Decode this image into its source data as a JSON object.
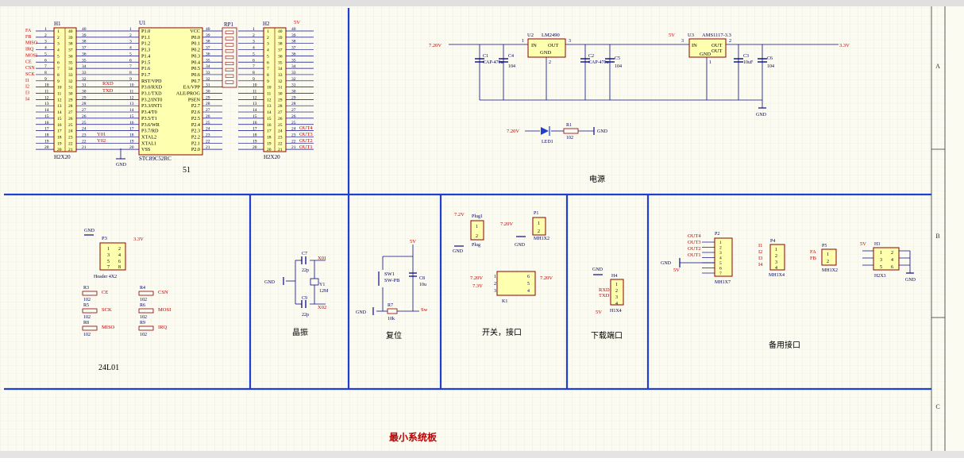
{
  "colors": {
    "paper": "#fbfbf2",
    "grid": "#e6e6d6",
    "wire": "#0a0a8a",
    "block": "#1f3fd0",
    "part": "#8b0000",
    "comp_fill": "#ffffb0",
    "net_red": "#c00000",
    "label_dark": "#000060"
  },
  "border": {
    "rows": [
      "A",
      "B",
      "C"
    ]
  },
  "sections": {
    "power": "电源",
    "crystal": "晶振",
    "reset": "复位",
    "switch_iface": "开关，接口",
    "download": "下载端口",
    "spare": "备用接口",
    "board_title": "最小系统板",
    "nrf_title": "24L01",
    "mcu_title": "51"
  },
  "mcu": {
    "ref": "U1",
    "part": "STC89C52RC",
    "left_pins": [
      "P1.0",
      "P1.1",
      "P1.2",
      "P1.3",
      "P1.4",
      "P1.5",
      "P1.6",
      "P1.7",
      "RST/VPD",
      "P3.0/RXD",
      "P3.1/TXD",
      "P3.2/INT0",
      "P3.3/INT1",
      "P3.4/T0",
      "P3.5/T1",
      "P3.6/WR",
      "P3.7/RD",
      "XTAL2",
      "XTAL1",
      "VSS"
    ],
    "left_nums": [
      "1",
      "2",
      "3",
      "4",
      "5",
      "6",
      "7",
      "8",
      "9",
      "10",
      "11",
      "12",
      "13",
      "14",
      "15",
      "16",
      "17",
      "18",
      "19",
      "20"
    ],
    "right_pins": [
      "VCC",
      "P0.0",
      "P0.1",
      "P0.2",
      "P0.3",
      "P0.4",
      "P0.5",
      "P0.6",
      "P0.7",
      "EA/VPP",
      "ALE/PROG",
      "PSEN",
      "P2.7",
      "P2.6",
      "P2.5",
      "P2.4",
      "P2.3",
      "P2.2",
      "P2.1",
      "P2.0"
    ],
    "right_nums": [
      "40",
      "39",
      "38",
      "37",
      "36",
      "35",
      "34",
      "33",
      "32",
      "31",
      "30",
      "29",
      "28",
      "27",
      "26",
      "25",
      "24",
      "23",
      "22",
      "21"
    ],
    "gnd": "GND"
  },
  "h1": {
    "ref": "H1",
    "part": "H2X20",
    "nets": [
      "FA",
      "FB",
      "MISO",
      "IRQ",
      "MOSI",
      "CE",
      "CSN",
      "SCK",
      "I1",
      "I2",
      "I3",
      "I4",
      "",
      "",
      "",
      "",
      "",
      "",
      "",
      ""
    ],
    "ext": [
      "40",
      "39",
      "38",
      "37",
      "36",
      "35",
      "34",
      "33",
      "32",
      "31",
      "30",
      "29",
      "28",
      "27",
      "26",
      "25",
      "24",
      "23",
      "22",
      "21"
    ],
    "net_rxd": "RXD",
    "net_txd": "TXD",
    "net_y01": "Y01",
    "net_y02": "Y02"
  },
  "h2": {
    "ref": "H2",
    "part": "H2X20",
    "vcc": "5V",
    "outs": [
      "OUT4",
      "OUT3",
      "OUT2",
      "OUT1"
    ]
  },
  "rp1": {
    "ref": "RP1"
  },
  "power": {
    "vin": "7.20V",
    "u2_ref": "U2",
    "u2_part": "LM2490",
    "u3_ref": "U3",
    "u3_part": "AMS1117-3.3",
    "pin_in": "IN",
    "pin_out": "OUT",
    "pin_gnd": "GND",
    "vmid": "5V",
    "vout": "3.3V",
    "c1": "C1",
    "c1_val": "CAP-470u",
    "c4": "C4",
    "c4_val": "104",
    "c2": "C2",
    "c2_val": "CAP-470u",
    "c5": "C5",
    "c5_val": "104",
    "c3": "C3",
    "c3_val": "10uF",
    "c6": "C6",
    "c6_val": "104",
    "gnd": "GND",
    "led_ref": "LED1",
    "r1_ref": "R1",
    "r1_val": "102",
    "led_v": "7.20V",
    "pins": [
      "1",
      "3",
      "2",
      "3",
      "1",
      "2"
    ]
  },
  "nrf": {
    "p3_ref": "P3",
    "p3_part": "Header 4X2",
    "gnd": "GND",
    "v33": "3.3V",
    "resistors": [
      {
        "ref": "R3",
        "val": "102",
        "net": "CE"
      },
      {
        "ref": "R4",
        "val": "102",
        "net": "CSN"
      },
      {
        "ref": "R5",
        "val": "102",
        "net": "SCK"
      },
      {
        "ref": "R6",
        "val": "102",
        "net": "MOSI"
      },
      {
        "ref": "R8",
        "val": "102",
        "net": "MISO"
      },
      {
        "ref": "R9",
        "val": "102",
        "net": "IRQ"
      }
    ]
  },
  "crystal": {
    "c7": "C7",
    "c7_val": "22p",
    "c9": "C9",
    "c9_val": "22p",
    "y1": "Y1",
    "y1_val": "12M",
    "x1": "X01",
    "x2": "X02",
    "gnd": "GND"
  },
  "reset": {
    "vcc": "5V",
    "sw": "SW1",
    "sw_part": "SW-PB",
    "c8": "C8",
    "c8_val": "10u",
    "r7": "R7",
    "r7_val": "10k",
    "rst": "Sw",
    "gnd": "GND"
  },
  "switch_iface": {
    "plug_v": "7.2V",
    "plug_ref": "Plug1",
    "plug_part": "Plug",
    "gnd": "GND",
    "p1_ref": "P1",
    "p1_part": "MH1X2",
    "p1_v": "7.20V",
    "k1_ref": "K1",
    "k1_in1": "7.20V",
    "k1_in2": "7.3V",
    "k1_out": "7.20V",
    "k1_pins": [
      "1",
      "2",
      "3",
      "6",
      "5",
      "4"
    ]
  },
  "download": {
    "ref": "H4",
    "part": "H1X4",
    "gnd": "GND",
    "rxd": "RXD",
    "txd": "TXD",
    "vcc": "5V"
  },
  "spare": {
    "p2_ref": "P2",
    "p2_part": "MH1X7",
    "p2_nets": [
      "OUT4",
      "OUT3",
      "OUT2",
      "OUT1"
    ],
    "gnd": "GND",
    "v5": "5V",
    "p4_ref": "P4",
    "p4_part": "MH1X4",
    "p4_nets": [
      "I1",
      "I2",
      "I3",
      "I4"
    ],
    "p5_ref": "P5",
    "p5_part": "MH1X2",
    "p5_nets": [
      "FA",
      "FB"
    ],
    "h3_ref": "H3",
    "h3_part": "H2X3",
    "h3_v": "5V",
    "h3_gnd": "GND"
  }
}
